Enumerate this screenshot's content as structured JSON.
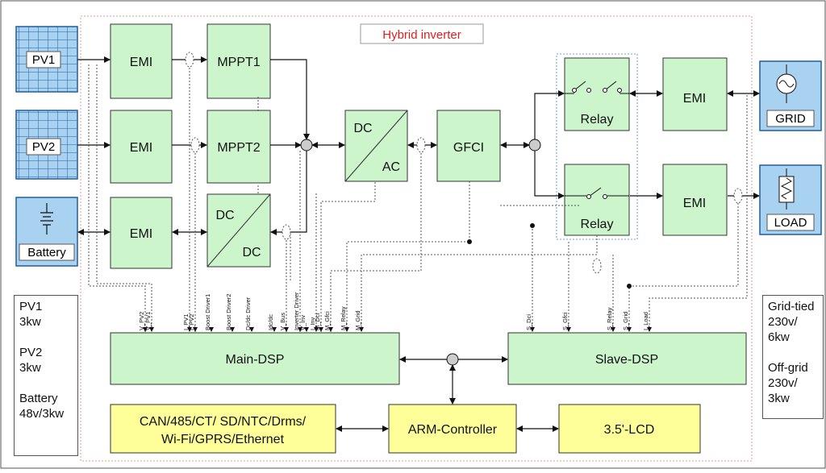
{
  "title": "Hybrid inverter",
  "sources": {
    "pv1": "PV1",
    "pv2": "PV2",
    "battery": "Battery",
    "grid": "GRID",
    "load": "LOAD"
  },
  "blocks": {
    "emi": "EMI",
    "mppt1": "MPPT1",
    "mppt2": "MPPT2",
    "dcdc_top": "DC",
    "dcdc_bottom": "DC",
    "dcac_top": "DC",
    "dcac_bottom": "AC",
    "gfci": "GFCI",
    "relay": "Relay",
    "main_dsp": "Main-DSP",
    "slave_dsp": "Slave-DSP",
    "comm": "CAN/485/CT/ SD/NTC/Drms/\nWi-Fi/GPRS/Ethernet",
    "arm": "ARM-Controller",
    "lcd": "3.5'-LCD"
  },
  "signals_main": [
    "V_PV2",
    "V_PV1",
    "I_PV1",
    "I_PV2",
    "Boost Driver1",
    "Boost Driver2",
    "Dc/dc Driver",
    "Idc/dc",
    "V_Bus",
    "Inverter Driver",
    "V_Inv",
    "I_Inv",
    "M_Dci",
    "M_Gfci",
    "M_Relay",
    "M_Grid"
  ],
  "signals_slave": [
    "S_Dci",
    "S_Gfci",
    "S_Relay",
    "S_Grid",
    "I_Load"
  ],
  "spec_left": "PV1\n3kw\n\nPV2\n3kw\n\nBattery\n48v/3kw",
  "spec_right": "Grid-tied\n230v/\n6kw\n\nOff-grid\n230v/\n3kw",
  "colors": {
    "block_green": "#ccf5cc",
    "block_yellow": "#ffff99",
    "source_blue": "#a9d1f0",
    "title_red": "#e01e1e",
    "border_dash": "#e39a9a"
  }
}
